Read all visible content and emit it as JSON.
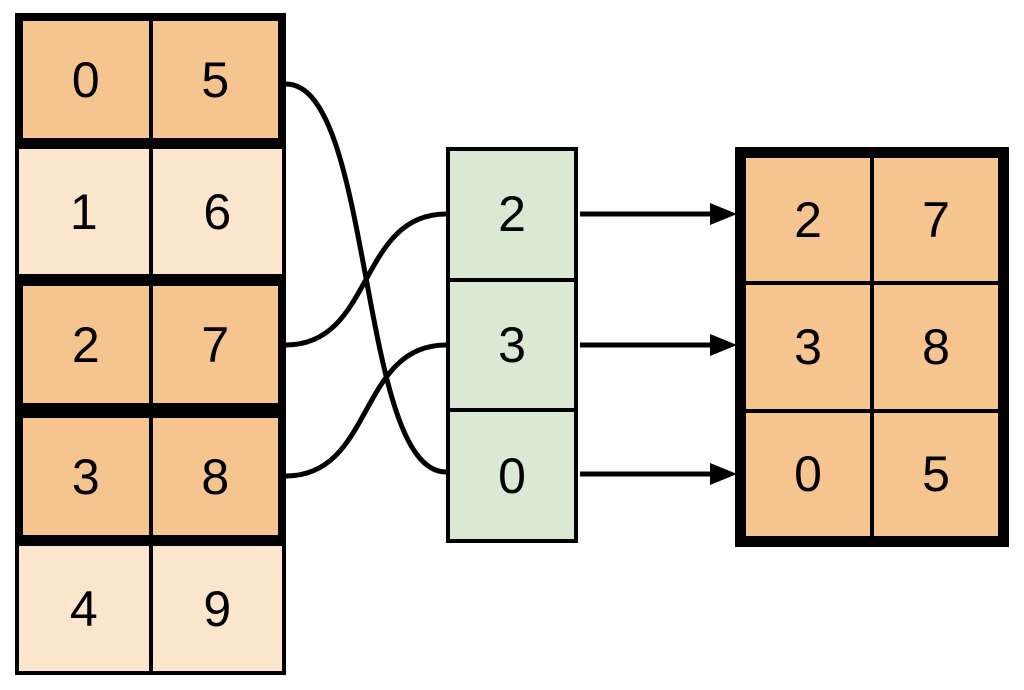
{
  "colors": {
    "background": "#ffffff",
    "line_color": "#000000",
    "source_highlight_fill": "#f6c48f",
    "source_muted_fill": "#fce5cd",
    "index_fill": "#d9e9d3",
    "result_fill": "#f6c48f"
  },
  "source_table": {
    "rows": [
      {
        "cells": [
          "0",
          "5"
        ],
        "highlighted": true
      },
      {
        "cells": [
          "1",
          "6"
        ],
        "highlighted": false
      },
      {
        "cells": [
          "2",
          "7"
        ],
        "highlighted": true
      },
      {
        "cells": [
          "3",
          "8"
        ],
        "highlighted": true
      },
      {
        "cells": [
          "4",
          "9"
        ],
        "highlighted": false
      }
    ]
  },
  "index_column": {
    "cells": [
      "2",
      "3",
      "0"
    ]
  },
  "result_table": {
    "rows": [
      {
        "cells": [
          "2",
          "7"
        ]
      },
      {
        "cells": [
          "3",
          "8"
        ]
      },
      {
        "cells": [
          "0",
          "5"
        ]
      }
    ]
  },
  "connections": {
    "source_to_index": [
      {
        "source_row": 0,
        "index_cell": 2
      },
      {
        "source_row": 2,
        "index_cell": 0
      },
      {
        "source_row": 3,
        "index_cell": 1
      }
    ],
    "index_to_result": [
      {
        "index_cell": 0,
        "result_row": 0
      },
      {
        "index_cell": 1,
        "result_row": 1
      },
      {
        "index_cell": 2,
        "result_row": 2
      }
    ]
  }
}
